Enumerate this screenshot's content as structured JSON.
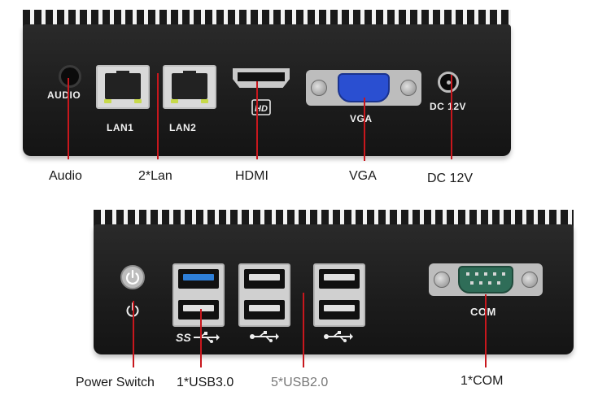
{
  "top_panel": {
    "port_labels": {
      "audio": "AUDIO",
      "lan1": "LAN1",
      "lan2": "LAN2",
      "vga": "VGA",
      "dc": "DC 12V"
    },
    "callouts": {
      "audio": "Audio",
      "lan": "2*Lan",
      "hdmi": "HDMI",
      "vga": "VGA",
      "dc": "DC 12V"
    }
  },
  "bottom_panel": {
    "port_labels": {
      "com": "COM"
    },
    "callouts": {
      "power": "Power Switch",
      "usb3": "1*USB3.0",
      "usb2": "5*USB2.0",
      "com": "1*COM"
    }
  },
  "colors": {
    "callout_line": "#c8171d",
    "vga_port": "#2a4fd1",
    "com_port": "#2f6d58",
    "usb3_tongue": "#2e7fd8"
  },
  "icons": [
    "hdmi-logo-icon",
    "power-icon",
    "superspeed-usb-icon",
    "usb-icon"
  ]
}
